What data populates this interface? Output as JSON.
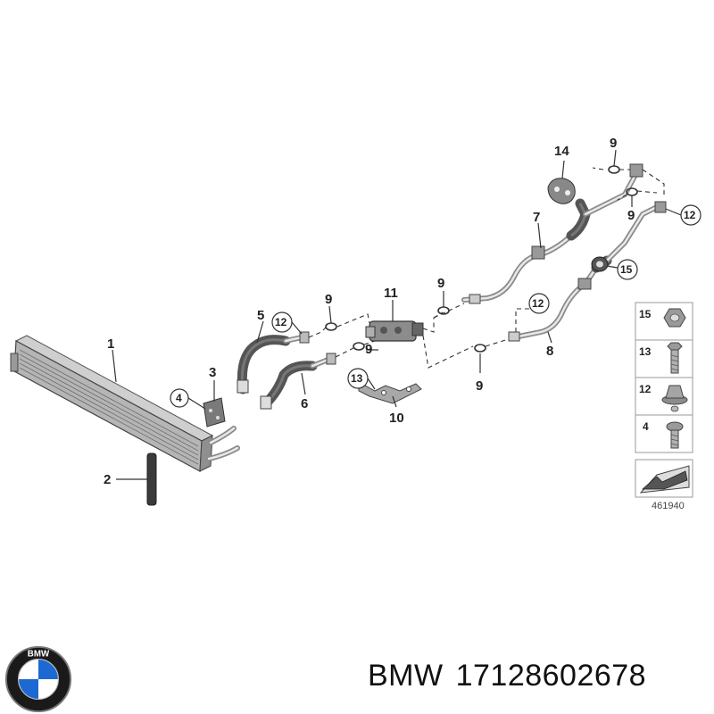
{
  "diagram": {
    "callouts": {
      "c1": "1",
      "c2": "2",
      "c3": "3",
      "c4": "4",
      "c5": "5",
      "c6": "6",
      "c7": "7",
      "c8": "8",
      "c9a": "9",
      "c9b": "9",
      "c9c": "9",
      "c9d": "9",
      "c9e": "9",
      "c9f": "9",
      "c10": "10",
      "c11": "11",
      "c12a": "12",
      "c12b": "12",
      "c12c": "12",
      "c13": "13",
      "c14": "14",
      "c15": "15"
    },
    "legend": {
      "items": [
        "15",
        "13",
        "12",
        "4"
      ]
    },
    "reference_number": "461940"
  },
  "footer": {
    "brand": "BMW",
    "part_number": "17128602678",
    "logo_letters": "BMW"
  },
  "colors": {
    "part_gray": "#9a9a9a",
    "hose_dark": "#4a4a4a",
    "bmw_blue": "#1c69d4",
    "bmw_ring": "#1a1a1a"
  }
}
